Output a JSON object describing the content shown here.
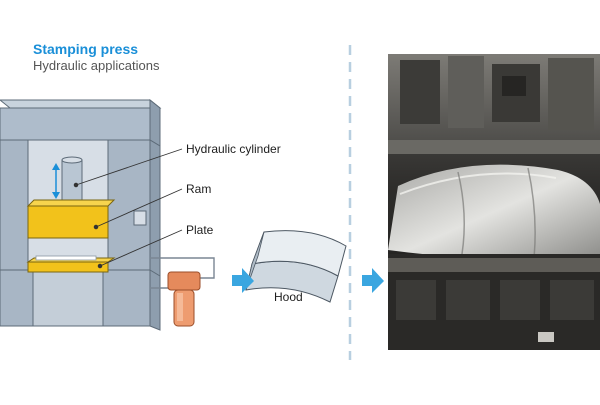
{
  "header": {
    "title": "Stamping press",
    "subtitle": "Hydraulic applications"
  },
  "labels": {
    "cylinder": "Hydraulic cylinder",
    "ram": "Ram",
    "plate": "Plate",
    "hood": "Hood"
  },
  "colors": {
    "title_blue": "#1a8fd8",
    "press_body": "#a9b7c5",
    "press_top": "#c4d0db",
    "ram_yellow": "#f2c21b",
    "piston_copper": "#e58a5c",
    "arrow_blue": "#3aa6e0",
    "divider": "#b8cfe0"
  },
  "icons": {
    "flow_arrow": "right-arrow-icon"
  }
}
